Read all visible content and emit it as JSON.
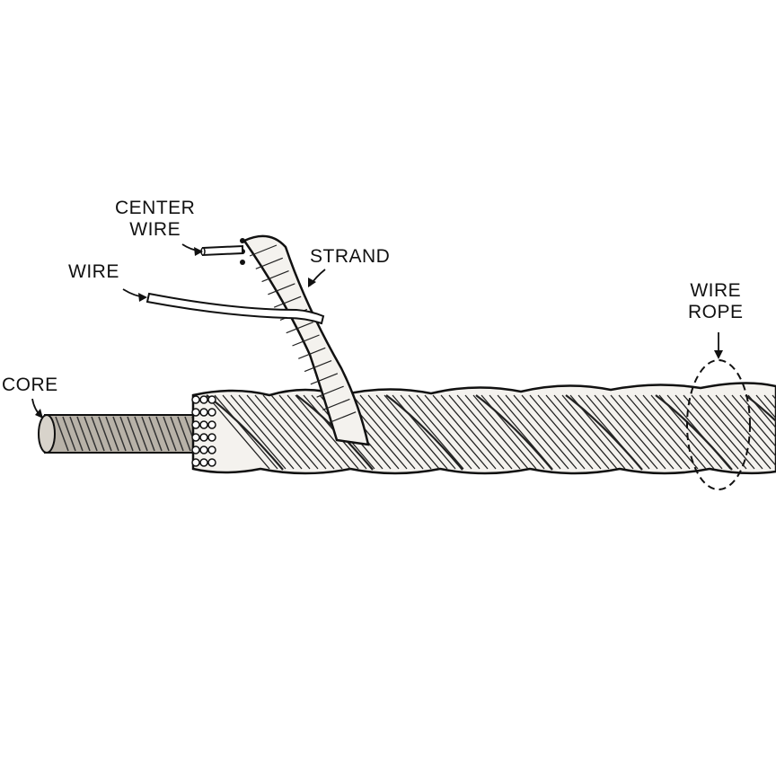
{
  "labels": {
    "center_wire": [
      "CENTER",
      "WIRE"
    ],
    "wire": "WIRE",
    "strand": "STRAND",
    "core": "CORE",
    "wire_rope": [
      "WIRE",
      "ROPE"
    ]
  },
  "colors": {
    "ink": "#111111",
    "rope_fill": "#f4f2ee",
    "core_fill": "#b8b2a8"
  }
}
